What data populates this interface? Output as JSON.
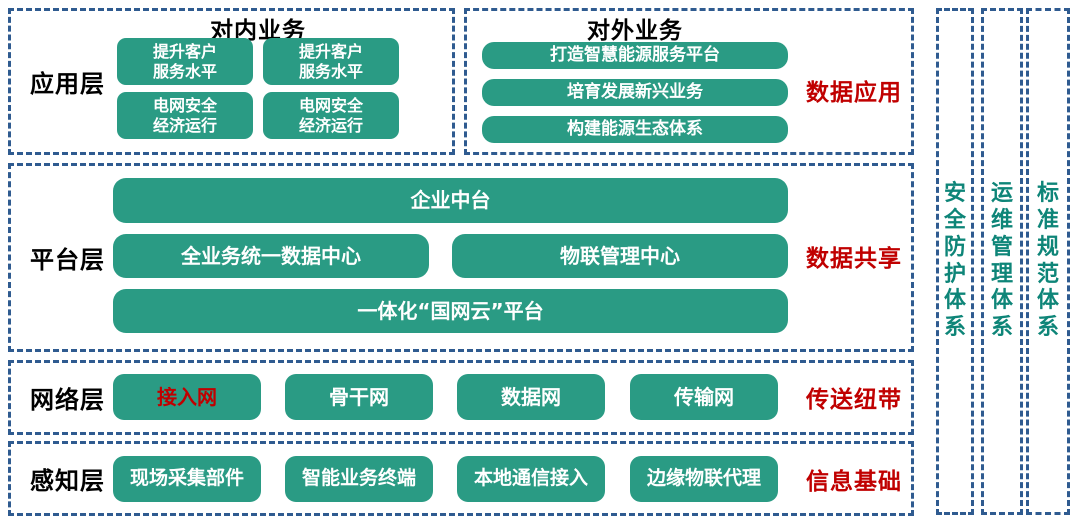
{
  "colors": {
    "box_green": "#2A9B84",
    "dash_blue": "#2F5B90",
    "accent_red": "#C00000",
    "pillar_teal": "#0E8578",
    "box_text": "#FFFFFF",
    "label_black": "#000000"
  },
  "app": {
    "label": "应用层",
    "internal": {
      "title": "对内业务",
      "items": [
        {
          "line1": "提升客户",
          "line2": "服务水平"
        },
        {
          "line1": "提升客户",
          "line2": "服务水平"
        },
        {
          "line1": "电网安全",
          "line2": "经济运行"
        },
        {
          "line1": "电网安全",
          "line2": "经济运行"
        }
      ]
    },
    "external": {
      "title": "对外业务",
      "items": [
        "打造智慧能源服务平台",
        "培育发展新兴业务",
        "构建能源生态体系"
      ],
      "tag": "数据应用"
    }
  },
  "platform": {
    "label": "平台层",
    "full_top": "企业中台",
    "left_mid": "全业务统一数据中心",
    "right_mid": "物联管理中心",
    "full_bottom": "一体化“国网云”平台",
    "tag": "数据共享"
  },
  "network": {
    "label": "网络层",
    "items": [
      "接入网",
      "骨干网",
      "数据网",
      "传输网"
    ],
    "highlighted_item": "接入网",
    "tag": "传送纽带"
  },
  "perception": {
    "label": "感知层",
    "items": [
      "现场采集部件",
      "智能业务终端",
      "本地通信接入",
      "边缘物联代理"
    ],
    "tag": "信息基础"
  },
  "pillars": [
    "安全防护体系",
    "运维管理体系",
    "标准规范体系"
  ]
}
